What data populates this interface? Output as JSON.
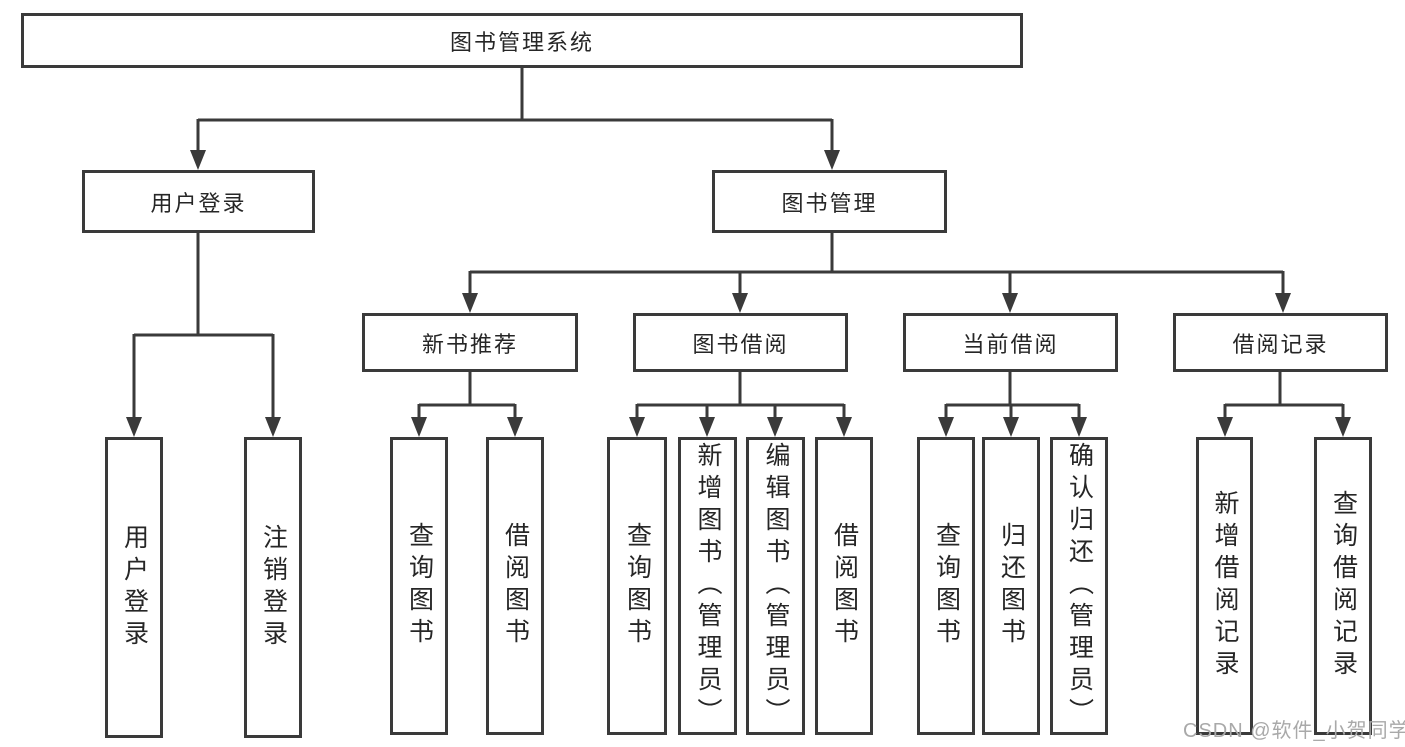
{
  "diagram": {
    "root": {
      "label": "图书管理系统"
    },
    "branches": [
      {
        "label": "用户登录",
        "leaves": [
          {
            "label": "用户登录"
          },
          {
            "label": "注销登录"
          }
        ]
      },
      {
        "label": "图书管理",
        "groups": [
          {
            "label": "新书推荐",
            "leaves": [
              {
                "label": "查询图书"
              },
              {
                "label": "借阅图书"
              }
            ]
          },
          {
            "label": "图书借阅",
            "leaves": [
              {
                "label": "查询图书"
              },
              {
                "label": "新增图书（管理员）"
              },
              {
                "label": "编辑图书（管理员）"
              },
              {
                "label": "借阅图书"
              }
            ]
          },
          {
            "label": "当前借阅",
            "leaves": [
              {
                "label": "查询图书"
              },
              {
                "label": "归还图书"
              },
              {
                "label": "确认归还（管理员）"
              }
            ]
          },
          {
            "label": "借阅记录",
            "leaves": [
              {
                "label": "新增借阅记录"
              },
              {
                "label": "查询借阅记录"
              }
            ]
          }
        ]
      }
    ]
  },
  "watermark": {
    "text": "CSDN @软件_小贺同学"
  },
  "colors": {
    "line": "#3a3a3a",
    "text": "#262626",
    "background": "#ffffff",
    "watermark": "#a9a9a9"
  }
}
